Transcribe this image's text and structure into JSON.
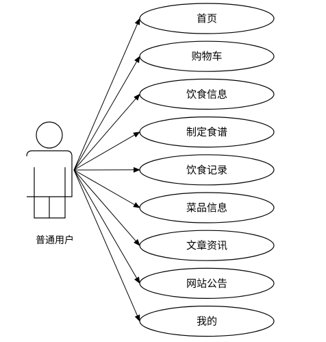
{
  "actor": {
    "label": "普通用户"
  },
  "use_cases": [
    {
      "id": "home",
      "label": "首页"
    },
    {
      "id": "cart",
      "label": "购物车"
    },
    {
      "id": "diet-info",
      "label": "饮食信息"
    },
    {
      "id": "make-recipe",
      "label": "制定食谱"
    },
    {
      "id": "diet-record",
      "label": "饮食记录"
    },
    {
      "id": "dish-info",
      "label": "菜品信息"
    },
    {
      "id": "article-news",
      "label": "文章资讯"
    },
    {
      "id": "site-notice",
      "label": "网站公告"
    },
    {
      "id": "mine",
      "label": "我的"
    }
  ],
  "colors": {
    "stroke": "#000000",
    "fill": "#ffffff",
    "text": "#000000"
  }
}
